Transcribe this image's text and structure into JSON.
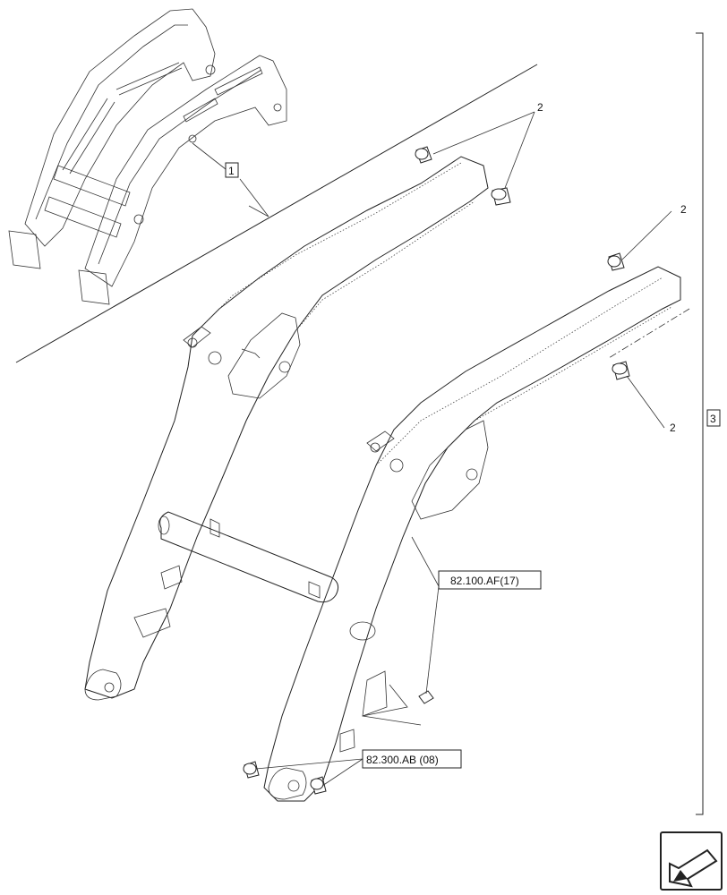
{
  "callouts": {
    "item1": "1",
    "item2": "2",
    "item3": "3"
  },
  "references": {
    "grease_fitting": "82.100.AF(17)",
    "pin_bushings": "82.300.AB (08)"
  },
  "nav": {
    "icon": "next-page-arrow-icon"
  }
}
